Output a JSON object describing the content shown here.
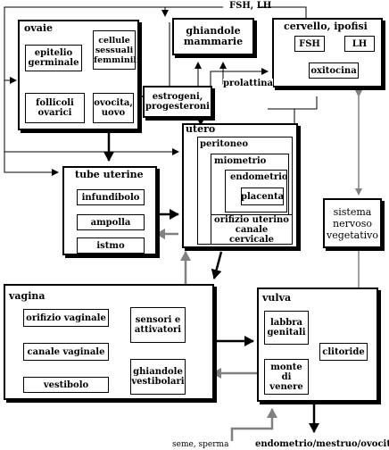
{
  "labels": {
    "fsh_lh_top": "FSH, LH",
    "ovaie": "ovaie",
    "epitelio_germinale": "epitelio germinale",
    "cellule_sessuali": "cellule sessuali femminili",
    "follicoli_ovarici": "follicoli ovarici",
    "ovocita_uovo": "ovocita, uovo",
    "ghiandole_mammarie": "ghiandole mammarie",
    "cervello_ipofisi": "cervello, ipofisi",
    "fsh": "FSH",
    "lh": "LH",
    "oxitocina": "oxitocina",
    "prolattina": "prolattina",
    "estrogeni": "estrogeni, progesteroni",
    "utero": "utero",
    "peritoneo": "peritoneo",
    "miometrio": "miometrio",
    "endometrio": "endometrio",
    "placenta": "placenta",
    "orifizio_uterino": "orifizio uterino canale cervicale",
    "tube_uterine": "tube uterine",
    "infundibolo": "infundibolo",
    "ampolla": "ampolla",
    "istmo": "istmo",
    "sistema_nervoso": "sistema nervoso vegetativo",
    "vagina": "vagina",
    "orifizio_vaginale": "orifizio vaginale",
    "canale_vaginale": "canale vaginale",
    "vestibolo": "vestibolo",
    "sensori": "sensori e attivatori",
    "ghiandole_vestibolari": "ghiandole vestibolari",
    "vulva": "vulva",
    "labbra_genitali": "labbra genitali",
    "monte_di_venere": "monte di venere",
    "clitoride": "clitoride",
    "seme_sperma": "seme, sperma",
    "endometrio_out": "endometrio/mestruo/ovociti"
  },
  "colors": {
    "line": "#000000",
    "gray_arrow": "#808080"
  }
}
